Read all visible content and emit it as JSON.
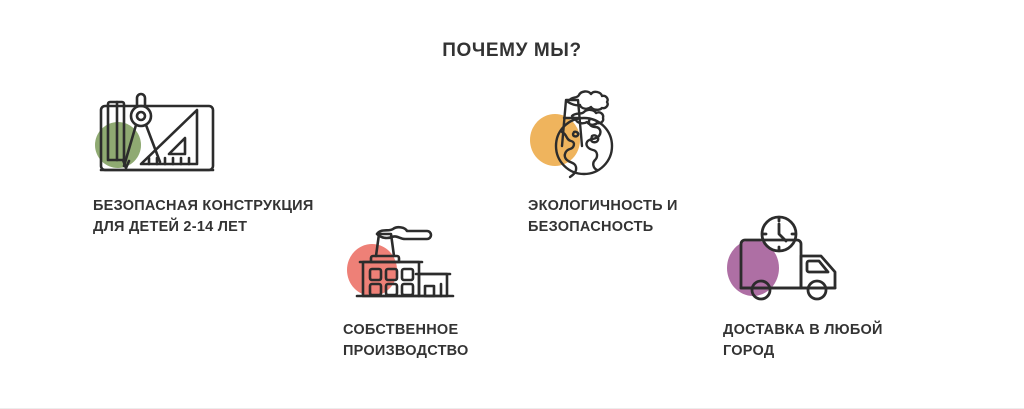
{
  "section": {
    "title": "ПОЧЕМУ МЫ?",
    "text_color": "#333333",
    "background": "#ffffff",
    "stroke_color": "#2c2c2c"
  },
  "features": [
    {
      "id": "design",
      "icon": "drafting-compass-ruler-icon",
      "blob_color": "#8faa72",
      "caption": "БЕЗОПАСНАЯ КОНСТРУКЦИЯ\nДЛЯ ДЕТЕЙ 2-14 ЛЕТ"
    },
    {
      "id": "eco",
      "icon": "globe-factory-eco-icon",
      "blob_color": "#efb45d",
      "caption": "ЭКОЛОГИЧНОСТЬ И\nБЕЗОПАСНОСТЬ"
    },
    {
      "id": "production",
      "icon": "factory-building-icon",
      "blob_color": "#ee8077",
      "caption": "СОБСТВЕННОЕ\nПРОИЗВОДСТВО"
    },
    {
      "id": "delivery",
      "icon": "delivery-truck-clock-icon",
      "blob_color": "#ae6fa4",
      "caption": "ДОСТАВКА В ЛЮБОЙ\nГОРОД"
    }
  ]
}
